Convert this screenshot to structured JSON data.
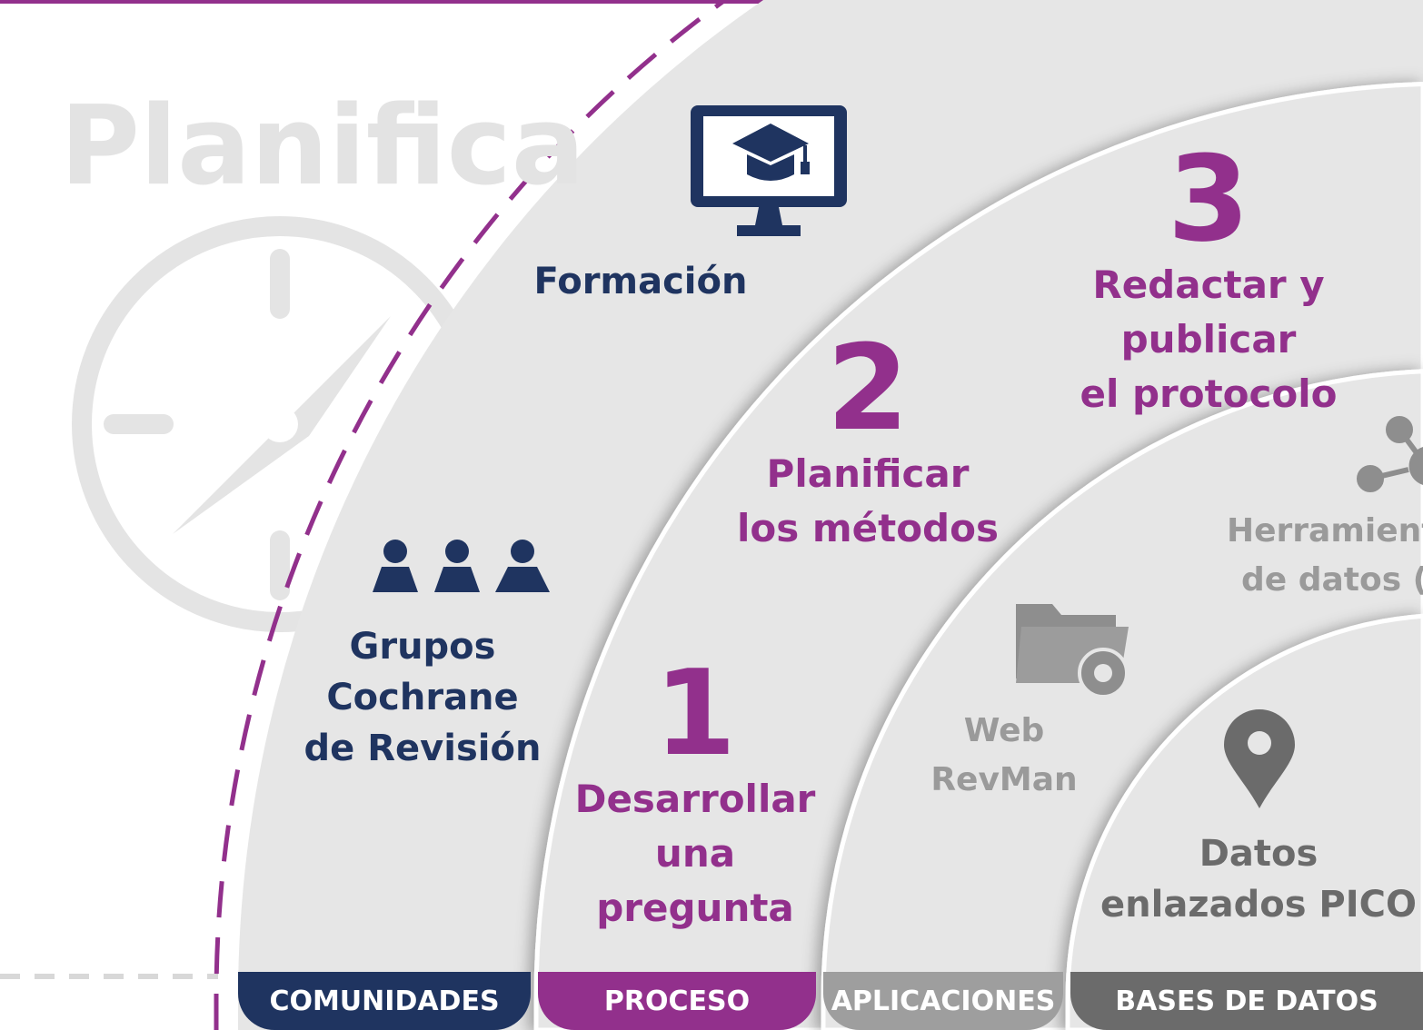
{
  "title": "Planifica",
  "colors": {
    "navy": "#1f3460",
    "purple": "#92308c",
    "light_gray": "#9e9e9e",
    "dark_gray": "#6b6b6b"
  },
  "comunidades": {
    "formacion": "Formación",
    "grupos": [
      "Grupos",
      "Cochrane",
      "de Revisión"
    ]
  },
  "proceso": [
    {
      "number": "1",
      "label": [
        "Desarrollar",
        "una",
        "pregunta"
      ]
    },
    {
      "number": "2",
      "label": [
        "Planificar",
        "los métodos"
      ]
    },
    {
      "number": "3",
      "label": [
        "Redactar y publicar",
        "el protocolo"
      ]
    }
  ],
  "aplicaciones": {
    "revman": [
      "Web",
      "RevMan"
    ],
    "herramientas": [
      "Herramient",
      "de datos (L"
    ]
  },
  "bases": {
    "pico": [
      "Datos",
      "enlazados PICO"
    ]
  },
  "tabs": [
    "COMUNIDADES",
    "PROCESO",
    "APLICACIONES",
    "BASES DE DATOS"
  ]
}
